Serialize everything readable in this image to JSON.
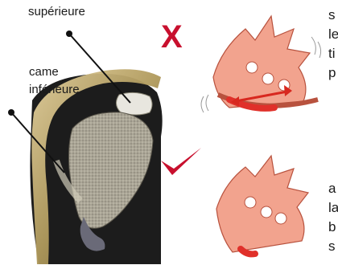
{
  "labels": {
    "top": "supérieure",
    "bottom_line1": "came",
    "bottom_line2": "inférieure"
  },
  "marks": {
    "wrong": "X",
    "wrong_color": "#c8102e",
    "right_color": "#c8102e"
  },
  "cut_text": {
    "wrong_lines": [
      "s",
      "le",
      "ti",
      "p"
    ],
    "right_lines": [
      "a",
      "la",
      "b",
      "s"
    ]
  },
  "colors": {
    "cam_fill": "#f2a38e",
    "cam_stroke": "#b8523e",
    "contact": "#e0302a",
    "motion_arrow": "#d8281f"
  }
}
